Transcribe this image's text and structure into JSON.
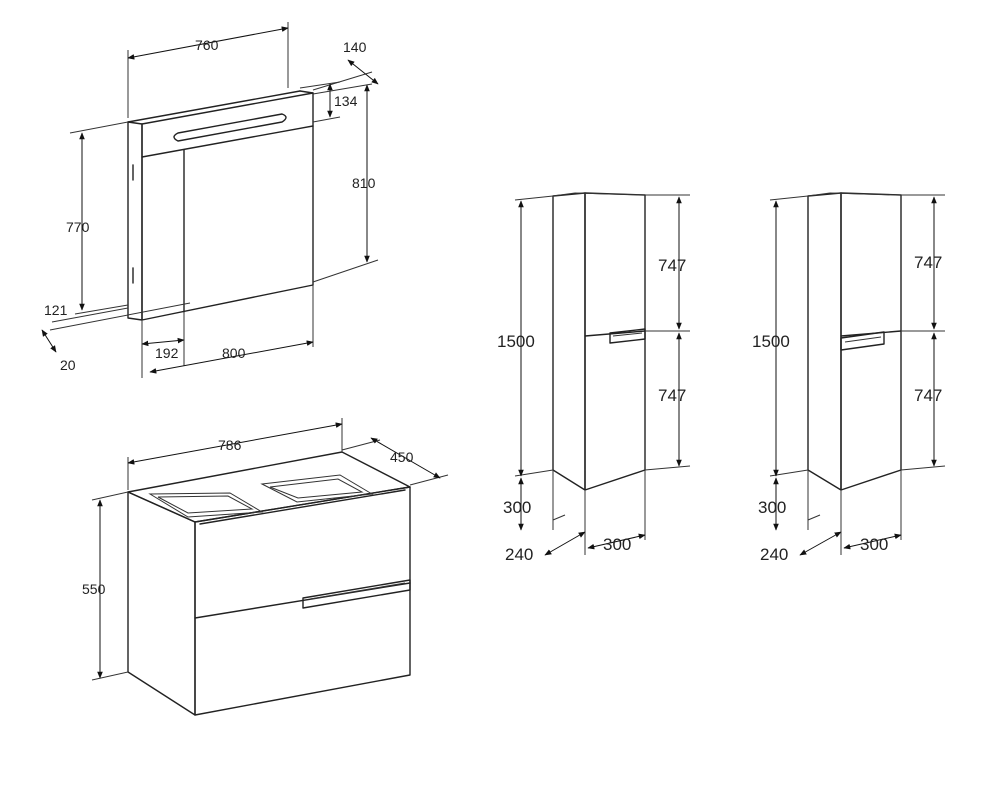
{
  "mirror_cabinet": {
    "width_top": "760",
    "depth": "140",
    "light_height": "134",
    "height": "810",
    "side_height": "770",
    "bottom_offset": "121",
    "bottom_depth": "20",
    "door_width": "192",
    "total_width": "800"
  },
  "vanity": {
    "width": "786",
    "depth": "450",
    "height": "550"
  },
  "column_left": {
    "height": "1500",
    "upper": "747",
    "lower": "747",
    "base": "300",
    "depth": "240",
    "width": "300"
  },
  "column_right": {
    "height": "1500",
    "upper": "747",
    "lower": "747",
    "base": "300",
    "depth": "240",
    "width": "300"
  }
}
